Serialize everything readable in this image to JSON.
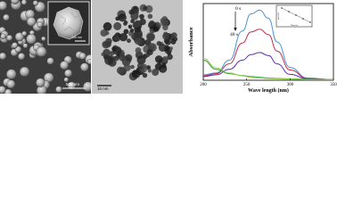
{
  "sem_image": {
    "scale_main": "500 nm",
    "scale_inset": "100 nm"
  },
  "tem_image": {
    "scale": "10 nm"
  },
  "chart_data": {
    "type": "line",
    "xlabel": "Wave length (nm)",
    "ylabel": "Absorbance",
    "xlim": [
      200,
      350
    ],
    "x_ticks": [
      "200",
      "250",
      "300",
      "350"
    ],
    "annotations": [
      "0 s",
      "40 s"
    ],
    "x": [
      200,
      215,
      230,
      245,
      255,
      265,
      275,
      285,
      300,
      320,
      350
    ],
    "series": [
      {
        "color": "#4a90d9",
        "values": [
          0.15,
          0.2,
          0.55,
          1.35,
          1.82,
          1.92,
          1.7,
          1.05,
          0.35,
          0.06,
          0.02
        ]
      },
      {
        "color": "#c0304a",
        "values": [
          0.12,
          0.18,
          0.45,
          1.02,
          1.32,
          1.4,
          1.25,
          0.8,
          0.28,
          0.05,
          0.02
        ]
      },
      {
        "color": "#5a2ab0",
        "values": [
          0.1,
          0.15,
          0.3,
          0.55,
          0.7,
          0.76,
          0.68,
          0.45,
          0.16,
          0.04,
          0.01
        ]
      },
      {
        "color": "#2e9a3e",
        "values": [
          0.55,
          0.3,
          0.18,
          0.13,
          0.1,
          0.08,
          0.06,
          0.05,
          0.04,
          0.03,
          0.02
        ]
      },
      {
        "color": "#9fd14a",
        "values": [
          0.6,
          0.34,
          0.2,
          0.12,
          0.08,
          0.06,
          0.05,
          0.04,
          0.03,
          0.02,
          0.02
        ]
      }
    ],
    "ylim": [
      0,
      2.1
    ],
    "inset": {
      "xlabel": "Time (s)",
      "ylabel": "ln(A/A0)",
      "x": [
        0,
        10,
        20,
        30,
        40
      ],
      "y": [
        0,
        -0.5,
        -1.0,
        -1.5,
        -2.0
      ]
    }
  }
}
